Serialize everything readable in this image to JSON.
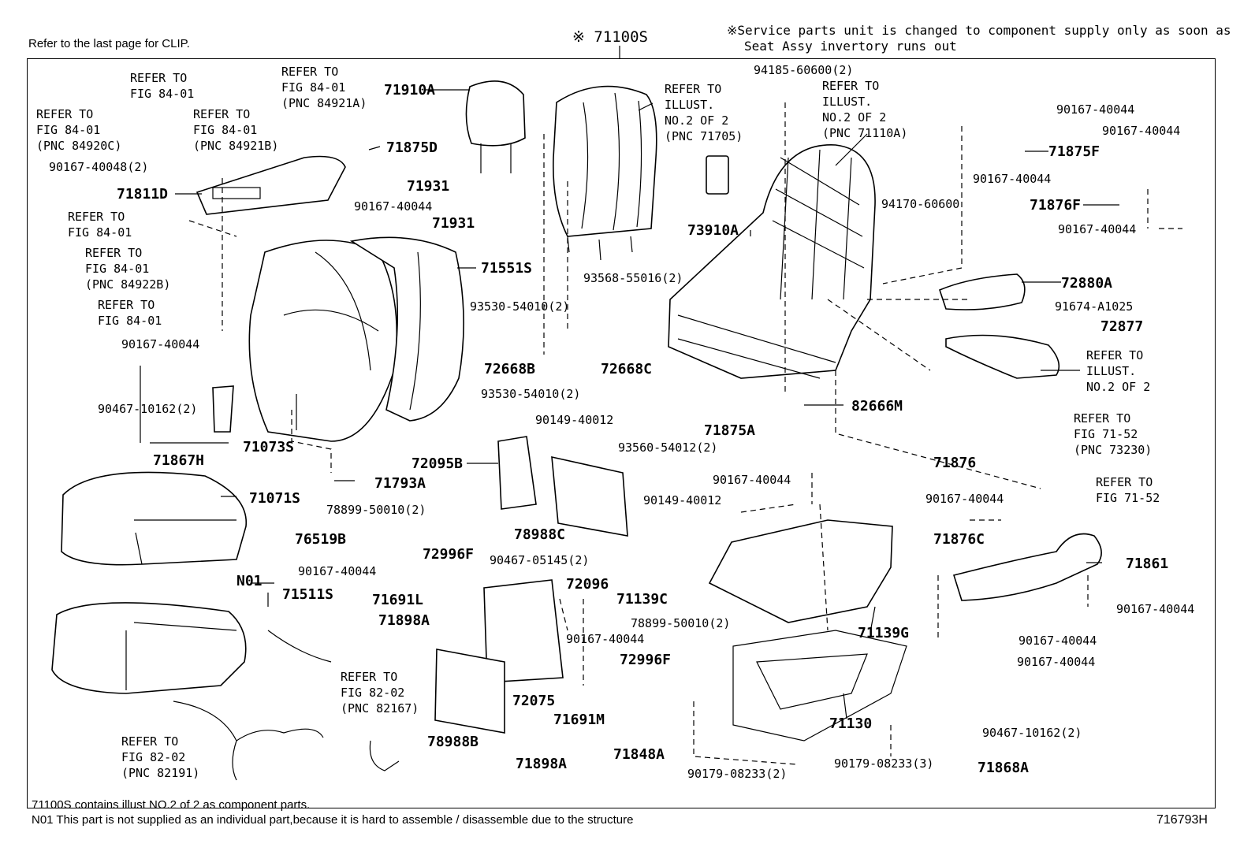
{
  "header": {
    "clip_note": "Refer to the last page for CLIP.",
    "assembly": "※ 71100S",
    "service_note_line1": "※Service parts unit is changed to component supply only as soon as",
    "service_note_line2": "Seat Assy invertory runs out"
  },
  "footer": {
    "note1": "71100S contains illust NO.2 of 2 as component parts.",
    "note2": "N01 This part is not supplied as an individual part,because it is hard to assemble / disassemble due to the structure",
    "figure_id": "716793H"
  },
  "labels": {
    "refer_84_01_a": [
      "REFER TO",
      "FIG 84-01"
    ],
    "refer_84_01_b": [
      "REFER TO",
      "FIG 84-01",
      "(PNC 84920C)"
    ],
    "refer_84_01_c": [
      "REFER TO",
      "FIG 84-01",
      "(PNC 84921B)"
    ],
    "refer_84_01_d": [
      "REFER TO",
      "FIG 84-01",
      "(PNC 84921A)"
    ],
    "refer_84_01_e": [
      "REFER TO",
      "FIG 84-01"
    ],
    "refer_84_01_f": [
      "REFER TO",
      "FIG 84-01",
      "(PNC 84922B)"
    ],
    "refer_84_01_g": [
      "REFER TO",
      "FIG 84-01"
    ],
    "refer_illust_71705": [
      "REFER TO",
      "ILLUST.",
      "NO.2 OF 2",
      "(PNC 71705)"
    ],
    "refer_illust_71110a": [
      "REFER TO",
      "ILLUST.",
      "NO.2 OF 2",
      "(PNC 71110A)"
    ],
    "refer_illust_no2": [
      "REFER TO",
      "ILLUST.",
      "NO.2 OF 2"
    ],
    "refer_71_52_a": [
      "REFER TO",
      "FIG 71-52",
      "(PNC 73230)"
    ],
    "refer_71_52_b": [
      "REFER TO",
      "FIG 71-52"
    ],
    "refer_82_02_a": [
      "REFER TO",
      "FIG 82-02",
      "(PNC 82167)"
    ],
    "refer_82_02_b": [
      "REFER TO",
      "FIG 82-02",
      "(PNC 82191)"
    ],
    "p_90167_40048_2": "90167-40048(2)",
    "p_71811D": "71811D",
    "p_90167_40044": "90167-40044",
    "p_71875D": "71875D",
    "p_71910A": "71910A",
    "p_71931": "71931",
    "p_94185_60600_2": "94185-60600(2)",
    "p_73910A": "73910A",
    "p_94170_60600": "94170-60600",
    "p_71875F": "71875F",
    "p_71876F": "71876F",
    "p_71551S": "71551S",
    "p_93568_55016_2": "93568-55016(2)",
    "p_93530_54010_2": "93530-54010(2)",
    "p_72668B": "72668B",
    "p_72668C": "72668C",
    "p_72880A": "72880A",
    "p_91674_A1025": "91674-A1025",
    "p_72877": "72877",
    "p_90467_10162_2": "90467-10162(2)",
    "p_71867H": "71867H",
    "p_71073S": "71073S",
    "p_71793A": "71793A",
    "p_90149_40012": "90149-40012",
    "p_72095B": "72095B",
    "p_82666M": "82666M",
    "p_71875A": "71875A",
    "p_93560_54012_2": "93560-54012(2)",
    "p_71876": "71876",
    "p_71071S": "71071S",
    "p_76519B": "76519B",
    "p_78899_50010_2": "78899-50010(2)",
    "p_78988C": "78988C",
    "p_72996F": "72996F",
    "p_90467_05145_2": "90467-05145(2)",
    "p_72096": "72096",
    "p_N01": "N01",
    "p_71511S": "71511S",
    "p_71691L": "71691L",
    "p_71139C": "71139C",
    "p_71898A": "71898A",
    "p_71876C": "71876C",
    "p_71861": "71861",
    "p_71139G": "71139G",
    "p_72075": "72075",
    "p_71691M": "71691M",
    "p_78988B": "78988B",
    "p_71848A": "71848A",
    "p_90179_08233_2": "90179-08233(2)",
    "p_71130": "71130",
    "p_90179_08233_3": "90179-08233(3)",
    "p_71868A": "71868A"
  }
}
